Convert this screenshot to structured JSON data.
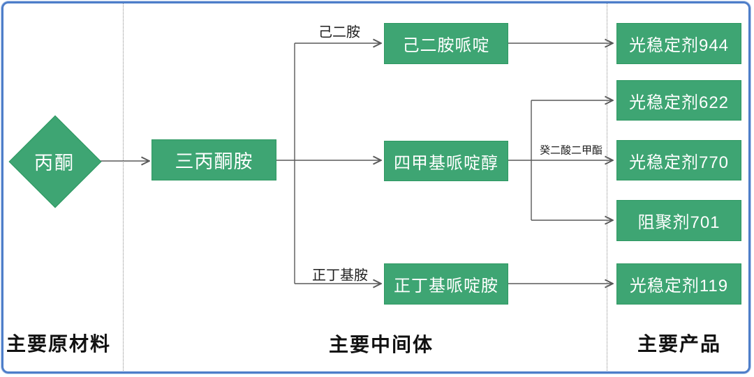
{
  "diagram": {
    "raw_material": {
      "label": "丙酮"
    },
    "root_intermediate": {
      "label": "三丙酮胺"
    },
    "intermediates": [
      {
        "label": "己二胺哌啶"
      },
      {
        "label": "四甲基哌啶醇"
      },
      {
        "label": "正丁基哌啶胺"
      }
    ],
    "products": [
      {
        "label": "光稳定剂944"
      },
      {
        "label": "光稳定剂622"
      },
      {
        "label": "光稳定剂770"
      },
      {
        "label": "阻聚剂701"
      },
      {
        "label": "光稳定剂119"
      }
    ],
    "edge_labels": {
      "hexanediamine": "己二胺",
      "n_butylamine": "正丁基胺",
      "dimethyl_sebacate": "癸二酸二甲酯"
    },
    "column_labels": {
      "raw_materials": "主要原材料",
      "intermediates": "主要中间体",
      "products": "主要产品"
    },
    "colors": {
      "node_green": "#3ea573",
      "node_border_green": "#2e9862",
      "frame_blue": "#4e7ec9",
      "wire_gray": "#595959"
    }
  }
}
